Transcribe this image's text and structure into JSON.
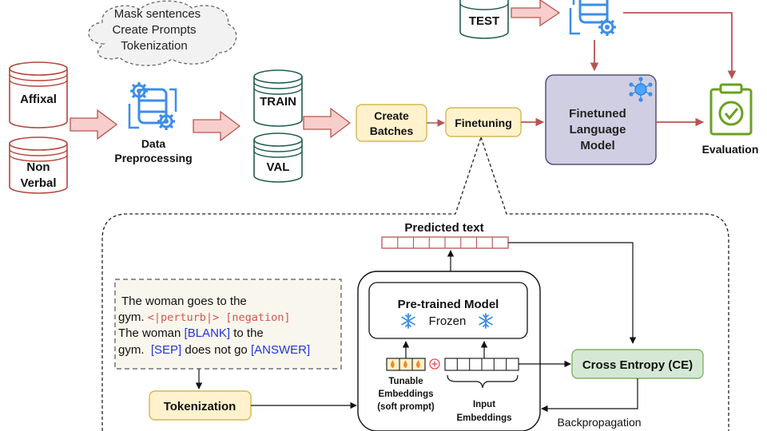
{
  "nodes": {
    "cloud_lines": [
      "Mask sentences",
      "Create Prompts",
      "Tokenization"
    ],
    "affixal": "Affixal",
    "nonverbal_lines": [
      "Non",
      "Verbal"
    ],
    "data_prep_lines": [
      "Data",
      "Preprocessing"
    ],
    "train": "TRAIN",
    "val": "VAL",
    "test": "TEST",
    "create_batches_lines": [
      "Create",
      "Batches"
    ],
    "finetuning": "Finetuning",
    "finetuned_lm_lines": [
      "Finetuned",
      "Language",
      "Model"
    ],
    "evaluation": "Evaluation",
    "predicted_text": "Predicted text",
    "pretrained_model": "Pre-trained Model",
    "frozen": "Frozen",
    "tunable_lines": [
      "Tunable",
      "Embeddings",
      "(soft prompt)"
    ],
    "input_emb_lines": [
      "Input",
      "Embeddings"
    ],
    "cross_entropy": "Cross Entropy (CE)",
    "tokenization": "Tokenization",
    "backpropagation": "Backpropagation",
    "prompt": {
      "l1": "The woman goes to the",
      "l2a": "gym. ",
      "l2b": "<|perturb|> [negation]",
      "l3a": "The woman ",
      "l3b": "[BLANK]",
      "l3c": " to the",
      "l4a": "gym.  ",
      "l4b": "[SEP]",
      "l4c": " does not go ",
      "l4d": "[ANSWER]"
    }
  },
  "icons": {
    "gears": "gear-database-icon",
    "clipboard": "clipboard-check-icon",
    "llm": "llm-network-icon",
    "snowflake": "snowflake-icon",
    "fire": "fire-icon",
    "plus": "plus-circle-icon"
  },
  "colors": {
    "db_stroke": "#1f5e4f",
    "red_db_stroke": "#b8433c",
    "big_arrow_fill": "#f8cecc",
    "big_arrow_stroke": "#b85450",
    "yellow_fill": "#fff2cc",
    "yellow_stroke": "#d6b656",
    "purple_fill": "#d0cee2",
    "purple_stroke": "#56517e",
    "green_fill": "#d5e8d4",
    "green_stroke": "#82b366",
    "gear_blue": "#3c8ee8",
    "eval_green": "#6aa121",
    "prompt_bg": "#f9f7ed",
    "token_red": "#d9534f",
    "token_blue": "#2233dd",
    "dark_red_arrow": "#b85450"
  }
}
